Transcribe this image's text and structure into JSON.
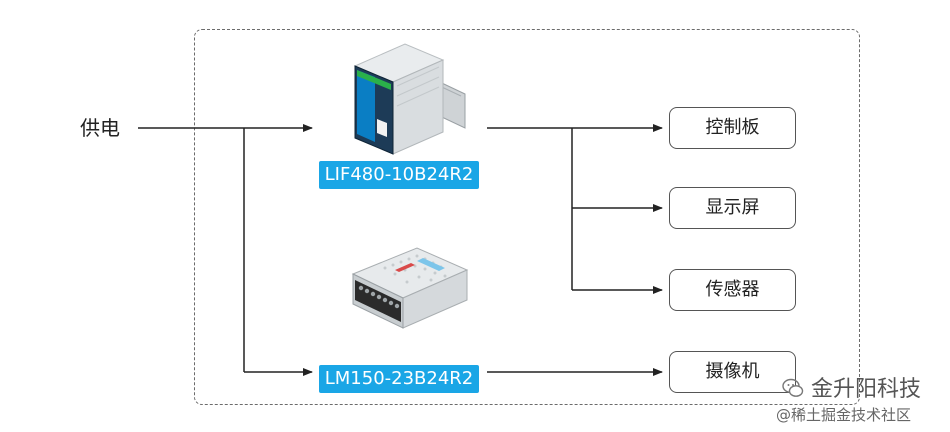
{
  "input_label": "供电",
  "power_supplies": [
    {
      "model": "LIF480-10B24R2"
    },
    {
      "model": "LM150-23B24R2"
    }
  ],
  "outputs": [
    {
      "label": "控制板"
    },
    {
      "label": "显示屏"
    },
    {
      "label": "传感器"
    },
    {
      "label": "摄像机"
    }
  ],
  "watermark": {
    "brand": "金升阳科技",
    "source": "@稀土掘金技术社区"
  },
  "colors": {
    "tag_background": "#1aa6e6",
    "line": "#222222",
    "frame": "#6b6b6b"
  }
}
